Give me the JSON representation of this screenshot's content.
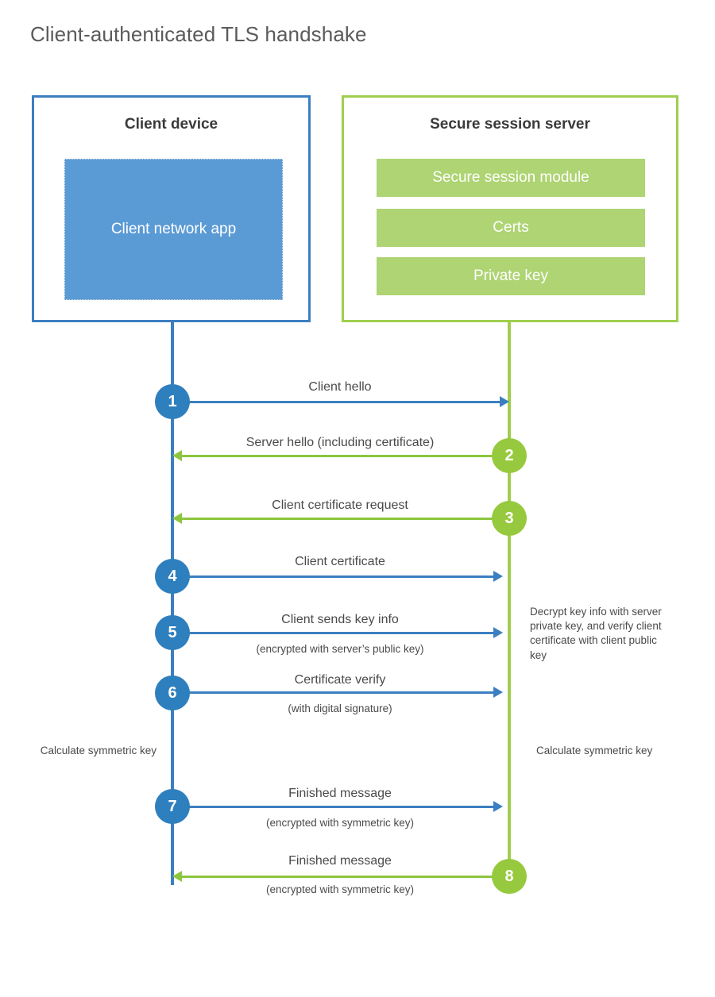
{
  "page": {
    "title": "Client-authenticated TLS handshake",
    "background": "#ffffff"
  },
  "colors": {
    "client_blue": "#3c7fc0",
    "client_app_fill": "#5b9bd5",
    "server_green": "#a0ce4e",
    "server_bar_fill": "#aed473",
    "step_blue": "#2e7fbe",
    "step_green": "#96c93d",
    "text": "#4a4a4a"
  },
  "actors": {
    "client": {
      "title": "Client device",
      "app_label": "Client network app"
    },
    "server": {
      "title": "Secure session server",
      "components": [
        "Secure session module",
        "Certs",
        "Private key"
      ]
    }
  },
  "messages": [
    {
      "step": "1",
      "label": "Client hello",
      "sublabel": "",
      "direction": "client-to-server",
      "color": "blue"
    },
    {
      "step": "2",
      "label": "Server hello (including certificate)",
      "sublabel": "",
      "direction": "server-to-client",
      "color": "green"
    },
    {
      "step": "3",
      "label": "Client certificate request",
      "sublabel": "",
      "direction": "server-to-client",
      "color": "green"
    },
    {
      "step": "4",
      "label": "Client certificate",
      "sublabel": "",
      "direction": "client-to-server",
      "color": "blue"
    },
    {
      "step": "5",
      "label": "Client sends key info",
      "sublabel": "(encrypted with server’s public key)",
      "direction": "client-to-server",
      "color": "blue"
    },
    {
      "step": "6",
      "label": "Certificate verify",
      "sublabel": "(with digital signature)",
      "direction": "client-to-server",
      "color": "blue"
    },
    {
      "step": "7",
      "label": "Finished message",
      "sublabel": "(encrypted with symmetric key)",
      "direction": "client-to-server",
      "color": "blue"
    },
    {
      "step": "8",
      "label": "Finished message",
      "sublabel": "(encrypted with symmetric key)",
      "direction": "server-to-client",
      "color": "green"
    }
  ],
  "notes": {
    "server_decrypt": "Decrypt key info with server private key, and verify client certificate with client public key",
    "client_calculate": "Calculate symmetric key",
    "server_calculate": "Calculate symmetric key"
  }
}
